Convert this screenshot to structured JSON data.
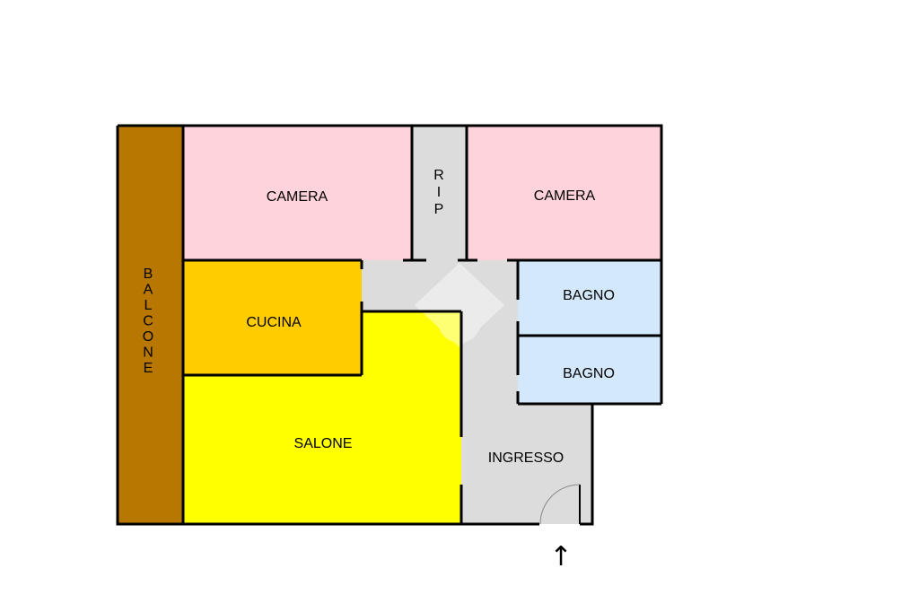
{
  "colors": {
    "balcony": "#B77700",
    "bedroom": "#FFD3DB",
    "corridor": "#DCDCDC",
    "kitchen": "#FFCC00",
    "living": "#FFFF00",
    "bathroom": "#D4E8FB",
    "wall": "#000000"
  },
  "rooms": {
    "balcone": "BALCONE",
    "camera_left": "CAMERA",
    "rip": "RIP",
    "camera_right": "CAMERA",
    "cucina": "CUCINA",
    "bagno_top": "BAGNO",
    "bagno_bottom": "BAGNO",
    "salone": "SALONE",
    "ingresso": "INGRESSO"
  },
  "entrance_arrow": "↑",
  "icons": {
    "watermark": "house-watermark-icon",
    "arrow": "entrance-arrow-icon"
  }
}
